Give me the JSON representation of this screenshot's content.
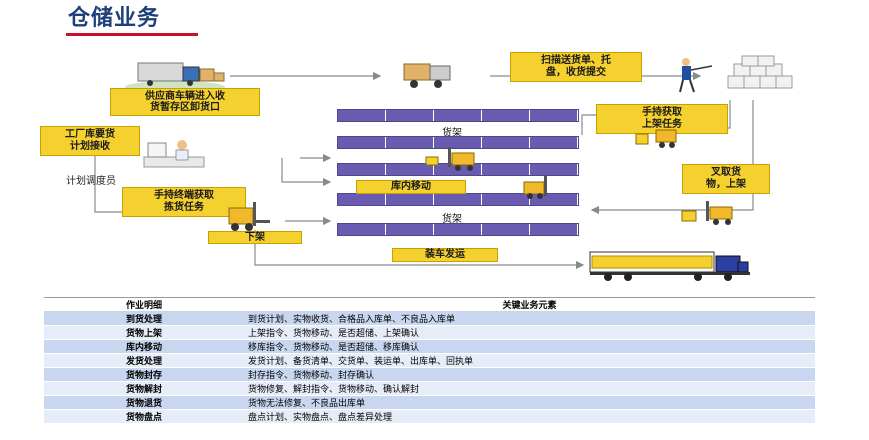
{
  "title": "仓储业务",
  "diagram": {
    "supplier_unload": "供应商车辆进入收\n货暂存区卸货口",
    "scan_delivery": "扫描送货单、托\n盘，收货提交",
    "factory_plan": "工厂库要货\n计划接收",
    "planner": "计划调度员",
    "handheld_putaway": "手持获取\n上架任务",
    "handheld_picking": "手持终端获取\n拣货任务",
    "forklift_up": "叉取货\n物，上架",
    "shelf_top": "货架",
    "shelf_bottom": "货架",
    "move_in_store": "库内移动",
    "unshelve": "下架",
    "load_ship": "装车发运"
  },
  "table": {
    "headers": [
      "作业明细",
      "关键业务元素"
    ],
    "rows": [
      [
        "到货处理",
        "到货计划、实物收货、合格品入库单、不良品入库单"
      ],
      [
        "货物上架",
        "上架指令、货物移动、是否超储、上架确认"
      ],
      [
        "库内移动",
        "移库指令、货物移动、是否超储、移库确认"
      ],
      [
        "发货处理",
        "发货计划、备货清单、交货单、装运单、出库单、回执单"
      ],
      [
        "货物封存",
        "封存指令、货物移动、封存确认"
      ],
      [
        "货物解封",
        "货物修复、解封指令、货物移动、确认解封"
      ],
      [
        "货物退货",
        "货物无法修复、不良品出库单"
      ],
      [
        "货物盘点",
        "盘点计划、实物盘点、盘点差异处理"
      ]
    ]
  },
  "colors": {
    "title": "#1d3f7a",
    "accent_rule": "#c8102e",
    "label_yellow": "#f5d130",
    "shelf_purple": "#6a5ab0",
    "row_dark": "#c8d7ef",
    "row_light": "#e6edf8"
  }
}
